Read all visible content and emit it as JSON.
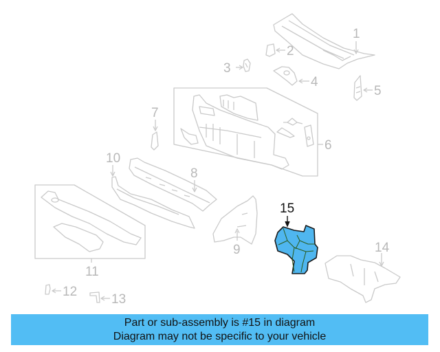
{
  "diagram": {
    "highlight_color": "#4fb6ef",
    "line_color": "#c9c9c9",
    "callouts": [
      {
        "id": "1",
        "label": "1"
      },
      {
        "id": "2",
        "label": "2"
      },
      {
        "id": "3",
        "label": "3"
      },
      {
        "id": "4",
        "label": "4"
      },
      {
        "id": "5",
        "label": "5"
      },
      {
        "id": "6",
        "label": "6"
      },
      {
        "id": "7",
        "label": "7"
      },
      {
        "id": "8",
        "label": "8"
      },
      {
        "id": "9",
        "label": "9"
      },
      {
        "id": "10",
        "label": "10"
      },
      {
        "id": "11",
        "label": "11"
      },
      {
        "id": "12",
        "label": "12"
      },
      {
        "id": "13",
        "label": "13"
      },
      {
        "id": "14",
        "label": "14"
      },
      {
        "id": "15",
        "label": "15"
      }
    ],
    "highlighted_part": "15"
  },
  "banner": {
    "line1": "Part or sub-assembly is #15 in diagram",
    "line2": "Diagram may not be specific to your vehicle",
    "background": "#52bdf4"
  }
}
